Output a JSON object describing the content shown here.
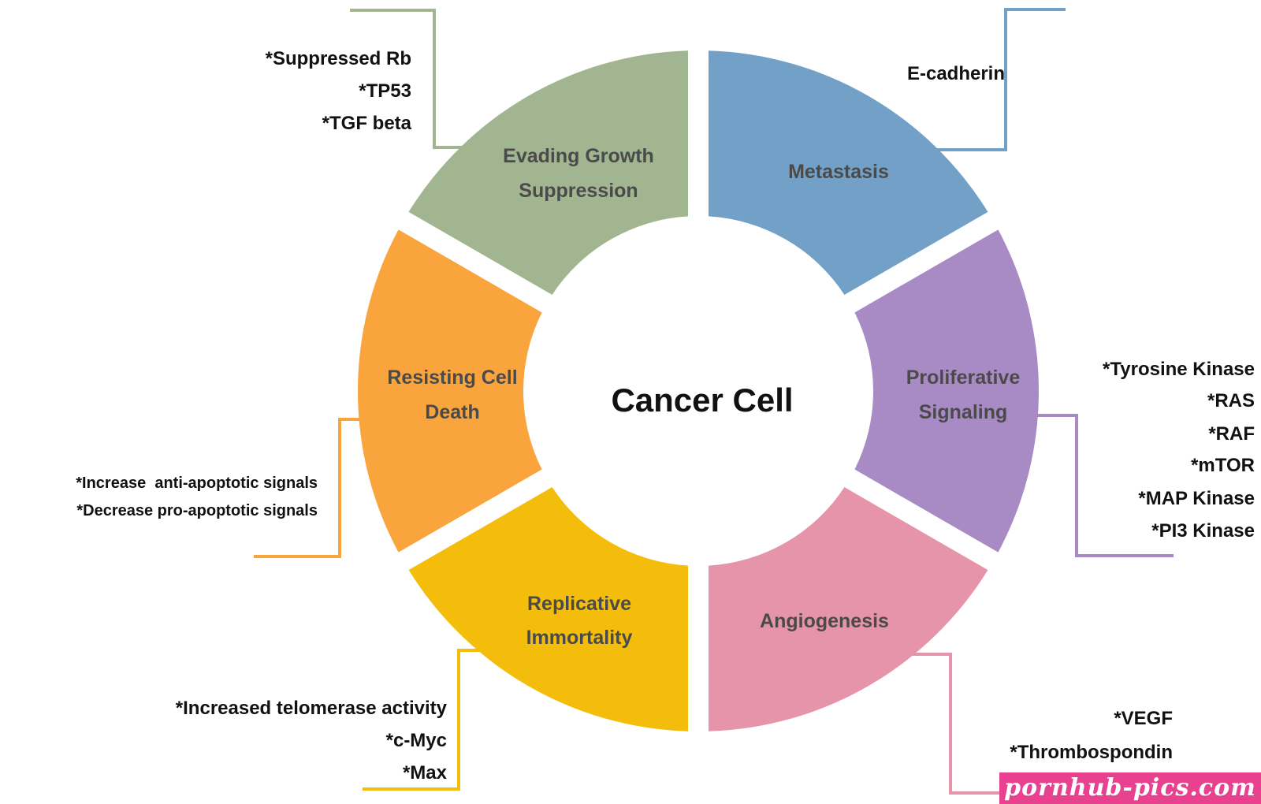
{
  "center": {
    "label": "Cancer Cell"
  },
  "segments": [
    {
      "id": "metastasis",
      "lines": [
        "Metastasis"
      ],
      "color": "#72a0c6",
      "notes": [
        "E-cadherin"
      ]
    },
    {
      "id": "proliferative-signaling",
      "lines": [
        "Proliferative",
        "Signaling"
      ],
      "color": "#a88bc5",
      "notes": [
        "*Tyrosine Kinase",
        "*RAS",
        "*RAF",
        "*mTOR",
        "*MAP Kinase",
        "*PI3 Kinase"
      ]
    },
    {
      "id": "angiogenesis",
      "lines": [
        "Angiogenesis"
      ],
      "color": "#e694a9",
      "notes": [
        "*VEGF",
        "*Thrombospondin"
      ]
    },
    {
      "id": "replicative-immortality",
      "lines": [
        "Replicative",
        "Immortality"
      ],
      "color": "#f4bd0c",
      "notes": [
        "*Increased telomerase activity",
        "*c-Myc",
        "*Max"
      ]
    },
    {
      "id": "resisting-cell-death",
      "lines": [
        "Resisting Cell",
        "Death"
      ],
      "color": "#f9a43d",
      "notes": [
        "*Increase  anti-apoptotic signals",
        "*Decrease pro-apoptotic signals"
      ]
    },
    {
      "id": "evading-growth-suppression",
      "lines": [
        "Evading Growth",
        "Suppression"
      ],
      "color": "#a1b690",
      "notes": [
        "*Suppressed Rb",
        "*TP53",
        "*TGF beta"
      ]
    }
  ],
  "watermark": {
    "text": "pornhub-pics.com"
  }
}
